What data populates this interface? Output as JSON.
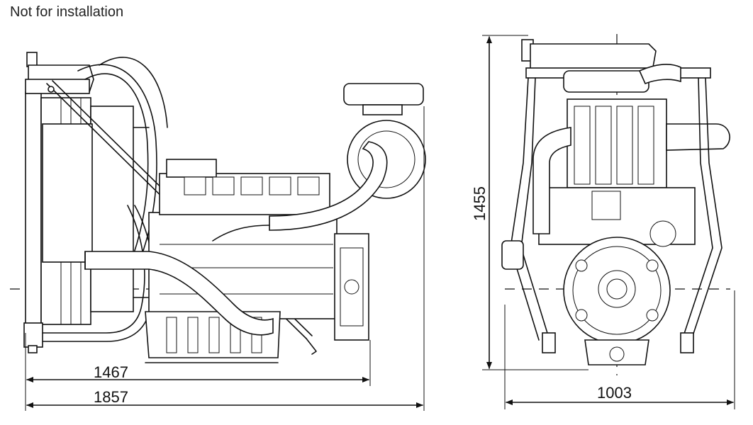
{
  "caption": "Not for installation",
  "dimensions": {
    "side_short_length": "1467",
    "side_total_length": "1857",
    "front_height": "1455",
    "front_width": "1003"
  }
}
